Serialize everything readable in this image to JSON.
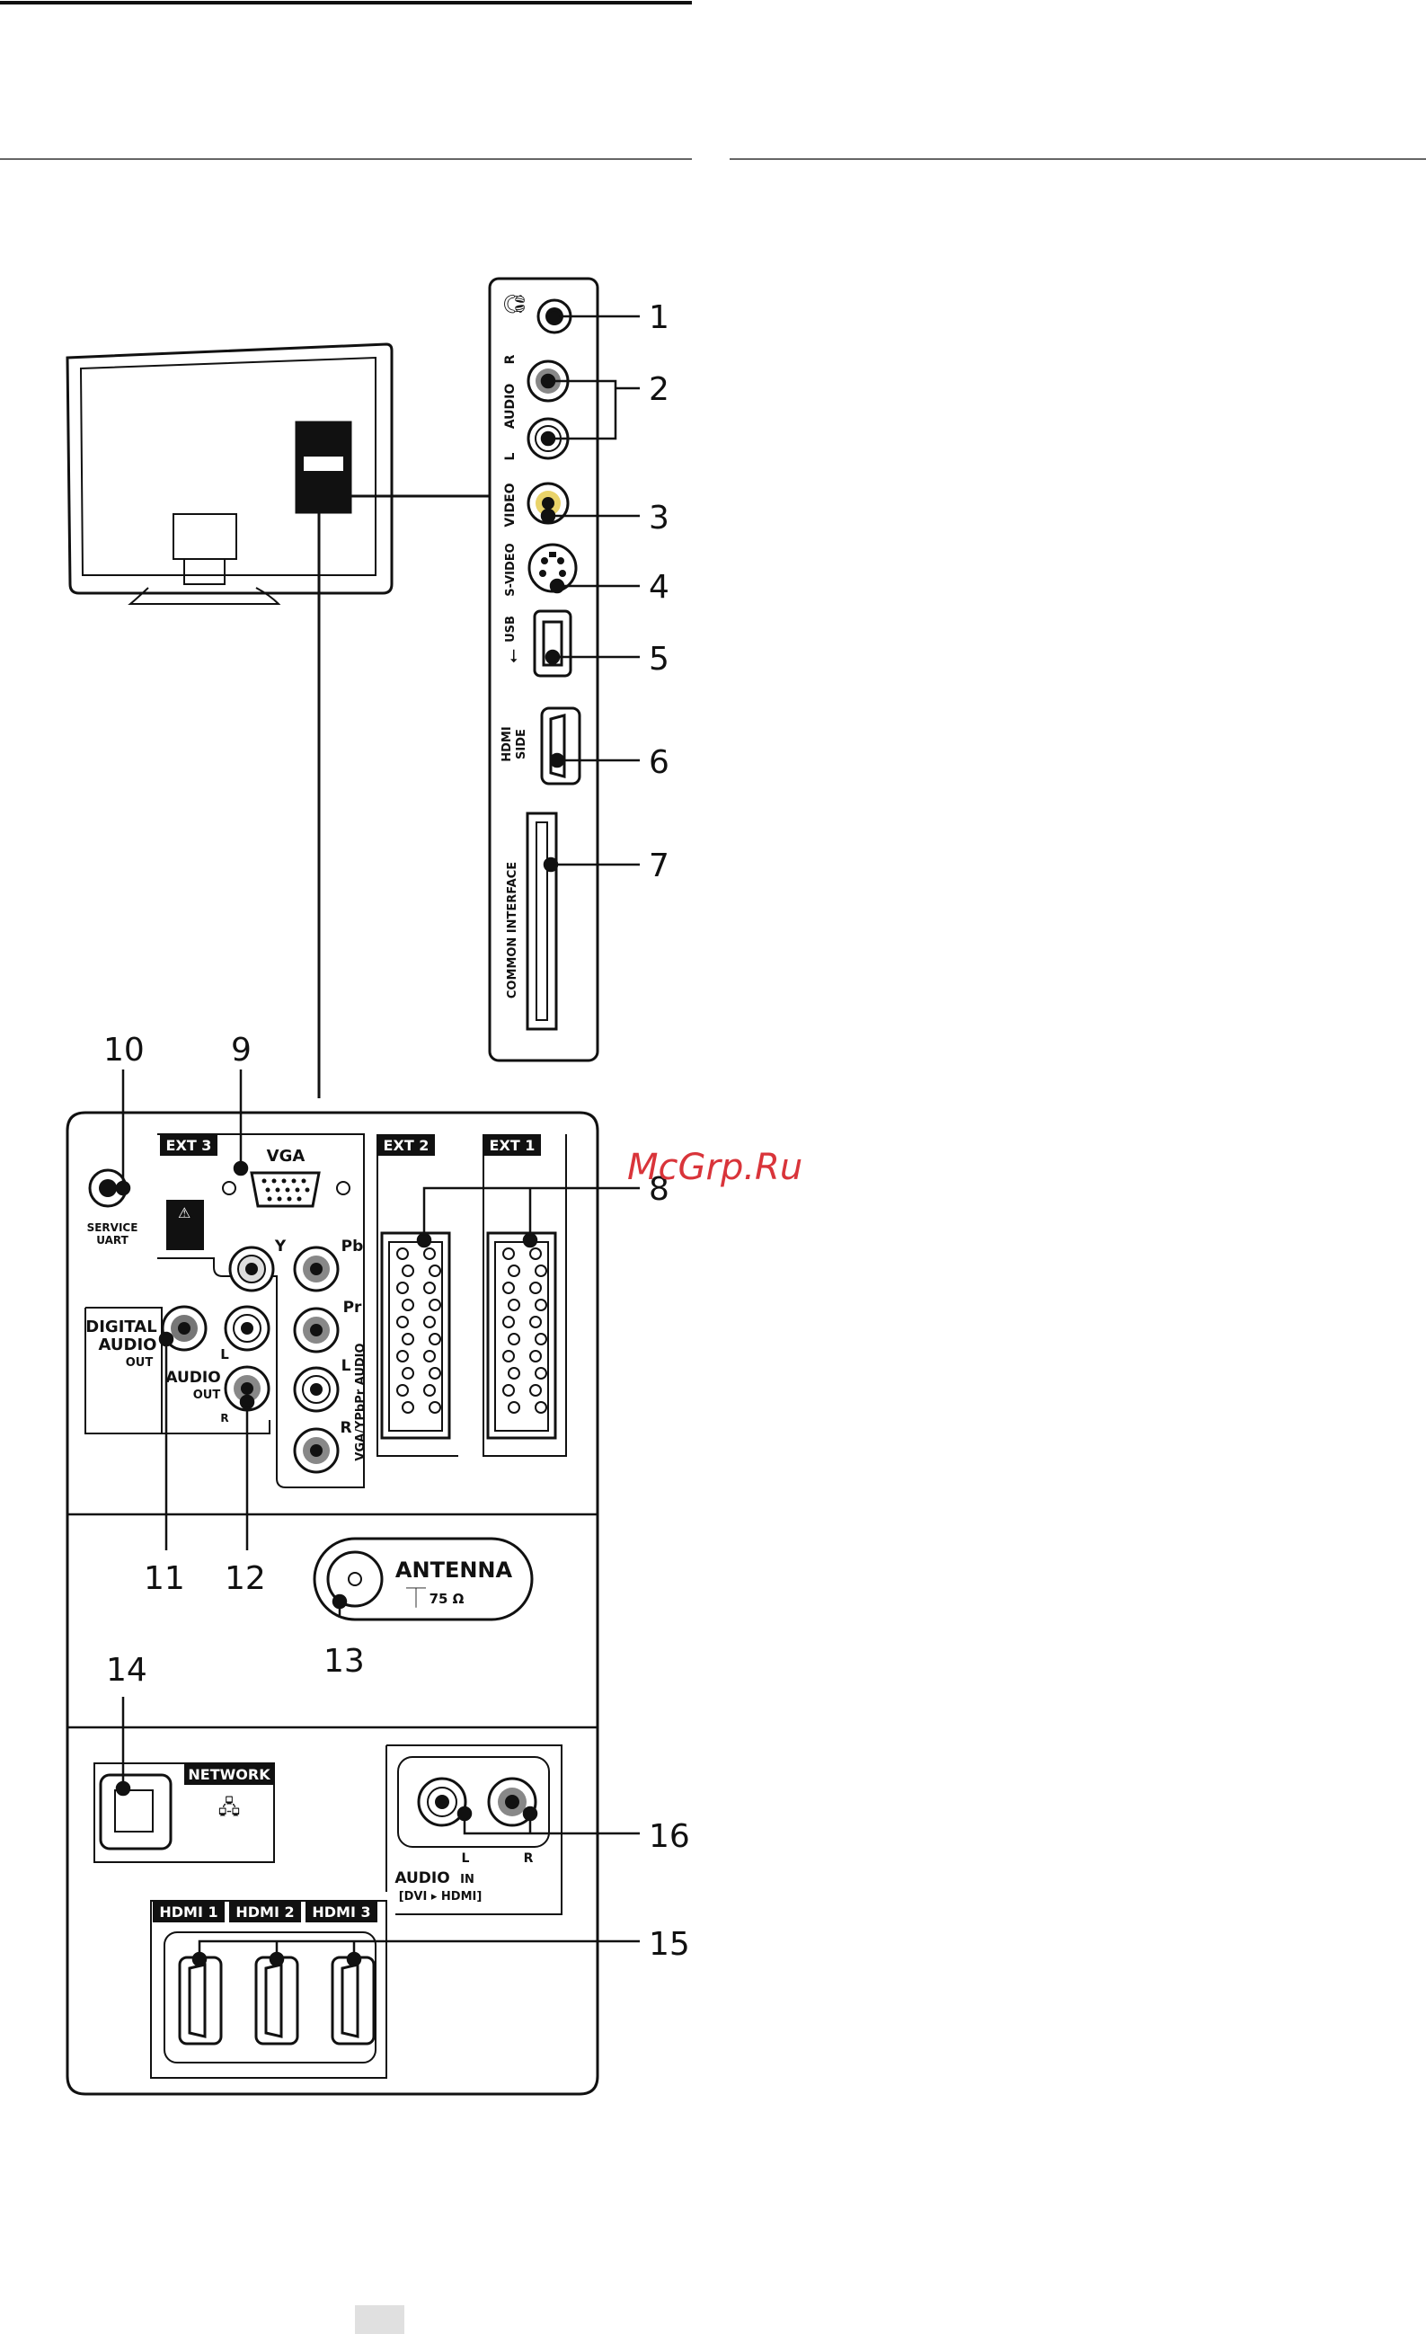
{
  "watermark": "McGrp.Ru",
  "callouts": [
    "1",
    "2",
    "3",
    "4",
    "5",
    "6",
    "7",
    "8",
    "9",
    "10",
    "11",
    "12",
    "13",
    "14",
    "15",
    "16"
  ],
  "side_panel": {
    "audio": "AUDIO",
    "r": "R",
    "l": "L",
    "video": "VIDEO",
    "svideo": "S-VIDEO",
    "usb": "USB",
    "hdmi": "HDMI",
    "side": "SIDE",
    "common_interface": "COMMON INTERFACE"
  },
  "rear_panel": {
    "ext3": "EXT 3",
    "ext2": "EXT 2",
    "ext1": "EXT 1",
    "vga": "VGA",
    "service": "SERVICE",
    "uart": "UART",
    "y": "Y",
    "pb": "Pb",
    "pr": "Pr",
    "l": "L",
    "r": "R",
    "digital": "DIGITAL",
    "audio": "AUDIO",
    "out": "OUT",
    "vga_ypbpr_audio": "VGA/YPbPr AUDIO",
    "antenna": "ANTENNA",
    "ohm": "75 Ω",
    "network": "NETWORK",
    "audio_in_l": "L",
    "audio_in_r": "R",
    "audio_in": "AUDIO",
    "in": "IN",
    "dvi_hdmi": "[DVI ▸ HDMI]",
    "hdmi1": "HDMI 1",
    "hdmi2": "HDMI 2",
    "hdmi3": "HDMI 3"
  },
  "colors": {
    "ink": "#111111",
    "watermark": "#d9343a",
    "page_tab": "#e0e0e0"
  }
}
